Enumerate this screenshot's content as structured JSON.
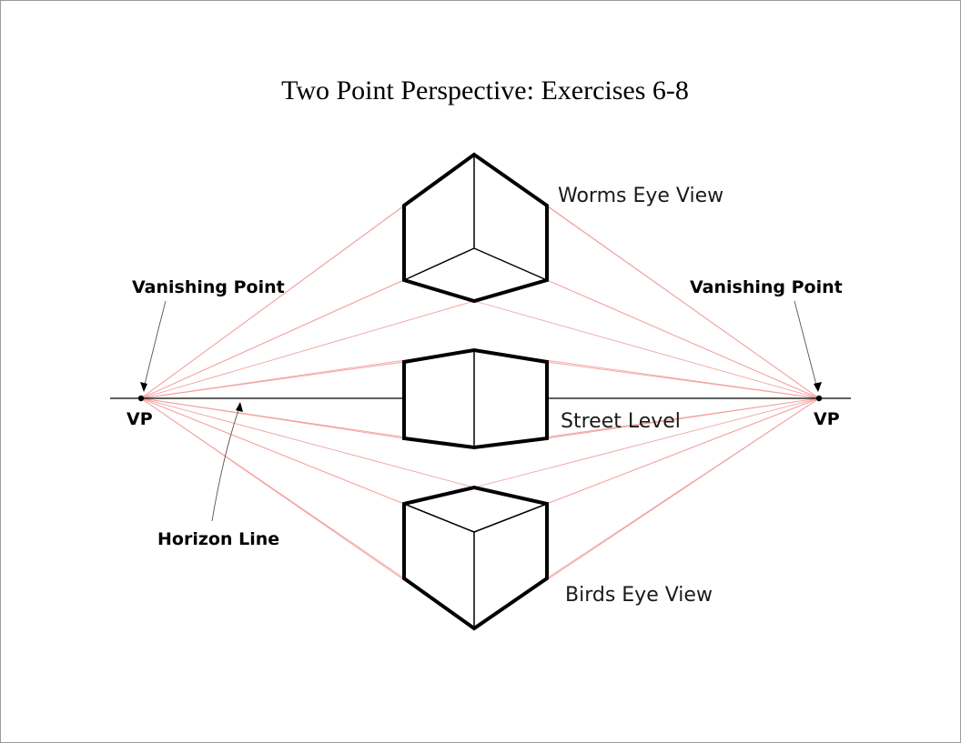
{
  "title": "Two Point Perspective: Exercises 6-8",
  "labels": {
    "vanishing_point_left": "Vanishing Point",
    "vanishing_point_right": "Vanishing Point",
    "vp_left": "VP",
    "vp_right": "VP",
    "horizon_line": "Horizon Line",
    "worms_eye_view": "Worms Eye View",
    "street_level": "Street Level",
    "birds_eye_view": "Birds Eye View"
  },
  "colors": {
    "guide_lines": "#f2a0a0",
    "cube_outline": "#000000",
    "horizon_line": "#000000"
  }
}
